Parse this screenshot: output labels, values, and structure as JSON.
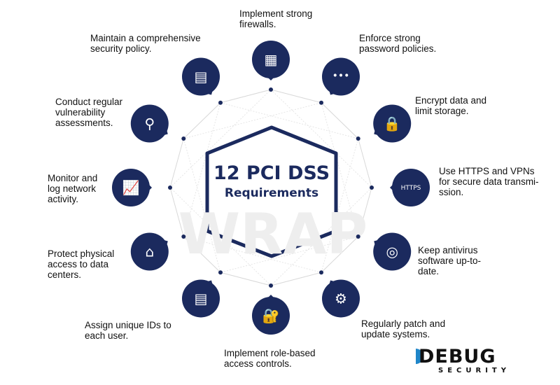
{
  "title": {
    "line1": "12 PCI DSS",
    "line2": "Requirements"
  },
  "watermark": "WRAP",
  "colors": {
    "navy": "#1b2a5e",
    "logo_blue": "#1f86c9"
  },
  "requirements": [
    {
      "text": "Implement strong firewalls.",
      "icon": "firewall-icon"
    },
    {
      "text": "Enforce strong password policies.",
      "icon": "password-icon"
    },
    {
      "text": "Encrypt data and limit storage.",
      "icon": "encrypted-document-icon"
    },
    {
      "text": "Use HTTPS and VPNs for secure data transmi-ssion.",
      "icon": "https-icon"
    },
    {
      "text": "Keep antivirus software up-to-date.",
      "icon": "antivirus-icon"
    },
    {
      "text": "Regularly patch and update systems.",
      "icon": "update-gear-icon"
    },
    {
      "text": "Implement role-based access controls.",
      "icon": "lock-key-icon"
    },
    {
      "text": "Assign unique IDs to each user.",
      "icon": "id-card-icon"
    },
    {
      "text": "Protect physical access to data centers.",
      "icon": "secure-building-icon"
    },
    {
      "text": "Monitor and log network activity.",
      "icon": "monitor-chart-icon"
    },
    {
      "text": "Conduct regular vulnerability assessments.",
      "icon": "vulnerability-scan-icon"
    },
    {
      "text": "Maintain a comprehensive security policy.",
      "icon": "policy-document-icon"
    }
  ],
  "https_badge": "HTTPS",
  "logo": {
    "name": "DEBUG",
    "tagline": "SECURITY"
  }
}
